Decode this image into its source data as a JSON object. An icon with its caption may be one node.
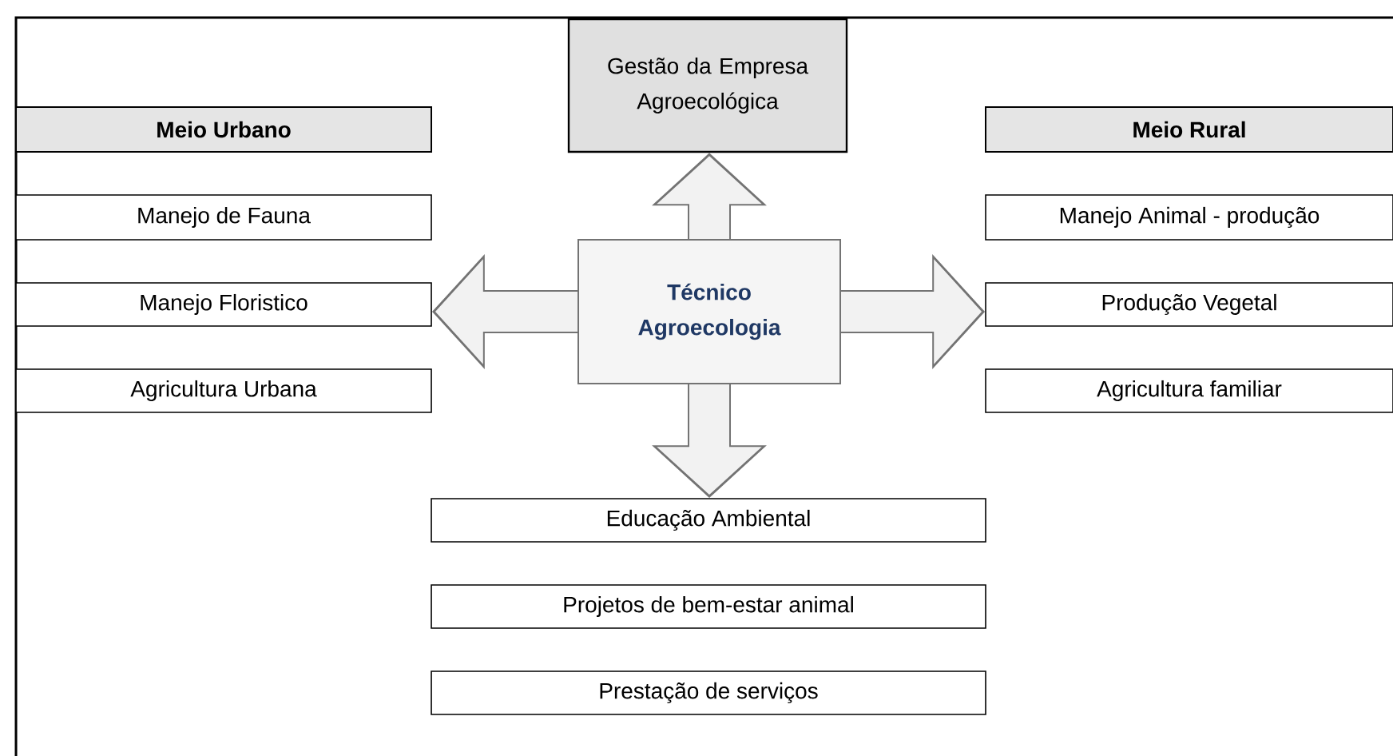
{
  "diagram": {
    "nodes": [
      {
        "text": [
          "Gestão da Empresa Agroecológica"
        ]
      },
      {
        "text": [
          "Meio Urbano"
        ]
      },
      {
        "text": [
          "Meio Rural"
        ]
      },
      {
        "text": [
          "Manejo de Fauna"
        ]
      },
      {
        "text": [
          "Manejo Animal - produção"
        ]
      },
      {
        "text": [
          "Manejo Floristico"
        ]
      },
      {
        "text": [
          "Técnico Agroecologia"
        ]
      },
      {
        "text": [
          "Produção Vegetal"
        ]
      },
      {
        "text": [
          "Agricultura Urbana"
        ]
      },
      {
        "text": [
          "Agricultura familiar"
        ]
      },
      {
        "text": [
          "Educação Ambiental"
        ]
      },
      {
        "text": [
          "Projetos de bem-estar animal"
        ]
      },
      {
        "text": [
          "Prestação de serviços"
        ]
      }
    ],
    "edges": [
      {
        "from": 6,
        "to": 0,
        "arrow": "to"
      },
      {
        "from": 6,
        "to": 5,
        "arrow": "to"
      },
      {
        "from": 6,
        "to": 7,
        "arrow": "to"
      },
      {
        "from": 6,
        "to": 10,
        "arrow": "to"
      }
    ]
  }
}
